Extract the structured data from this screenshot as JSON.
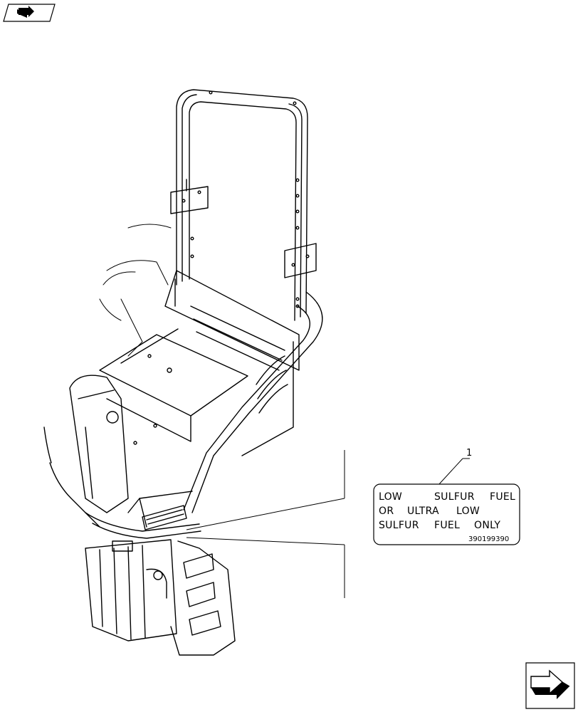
{
  "callout": {
    "number": "1"
  },
  "decal": {
    "line1": [
      "LOW",
      "SULFUR",
      "FUEL"
    ],
    "line2": [
      "OR",
      "ULTRA",
      "LOW"
    ],
    "line3": [
      "SULFUR",
      "FUEL",
      "ONLY"
    ],
    "part_number": "390199390"
  },
  "icons": {
    "top_left": "book-arrow-icon",
    "bottom_right": "next-page-arrow-icon"
  }
}
